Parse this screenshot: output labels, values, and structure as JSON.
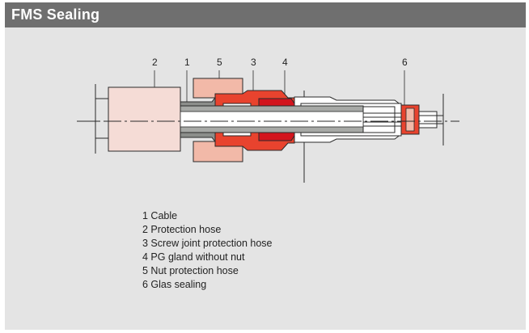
{
  "header": {
    "title": "FMS Sealing"
  },
  "diagram": {
    "callouts": [
      {
        "number": "2",
        "part": "protection-hose"
      },
      {
        "number": "1",
        "part": "cable"
      },
      {
        "number": "5",
        "part": "nut-protection-hose"
      },
      {
        "number": "3",
        "part": "screw-joint-protection-hose"
      },
      {
        "number": "4",
        "part": "pg-gland-without-nut"
      },
      {
        "number": "6",
        "part": "glas-sealing"
      }
    ],
    "colors": {
      "protection_hose": "#f5dcd6",
      "nut_protection_hose": "#f2b9a8",
      "screw_joint": "#e8432e",
      "pg_gland": "#d3141d",
      "glas_sealing": "#e8432e",
      "cable": "#a7a9a6",
      "outline": "#2a2a2a"
    }
  },
  "legend": {
    "items": [
      "1 Cable",
      "2 Protection hose",
      "3 Screw joint protection hose",
      "4 PG gland without nut",
      "5 Nut protection hose",
      "6 Glas sealing"
    ]
  }
}
